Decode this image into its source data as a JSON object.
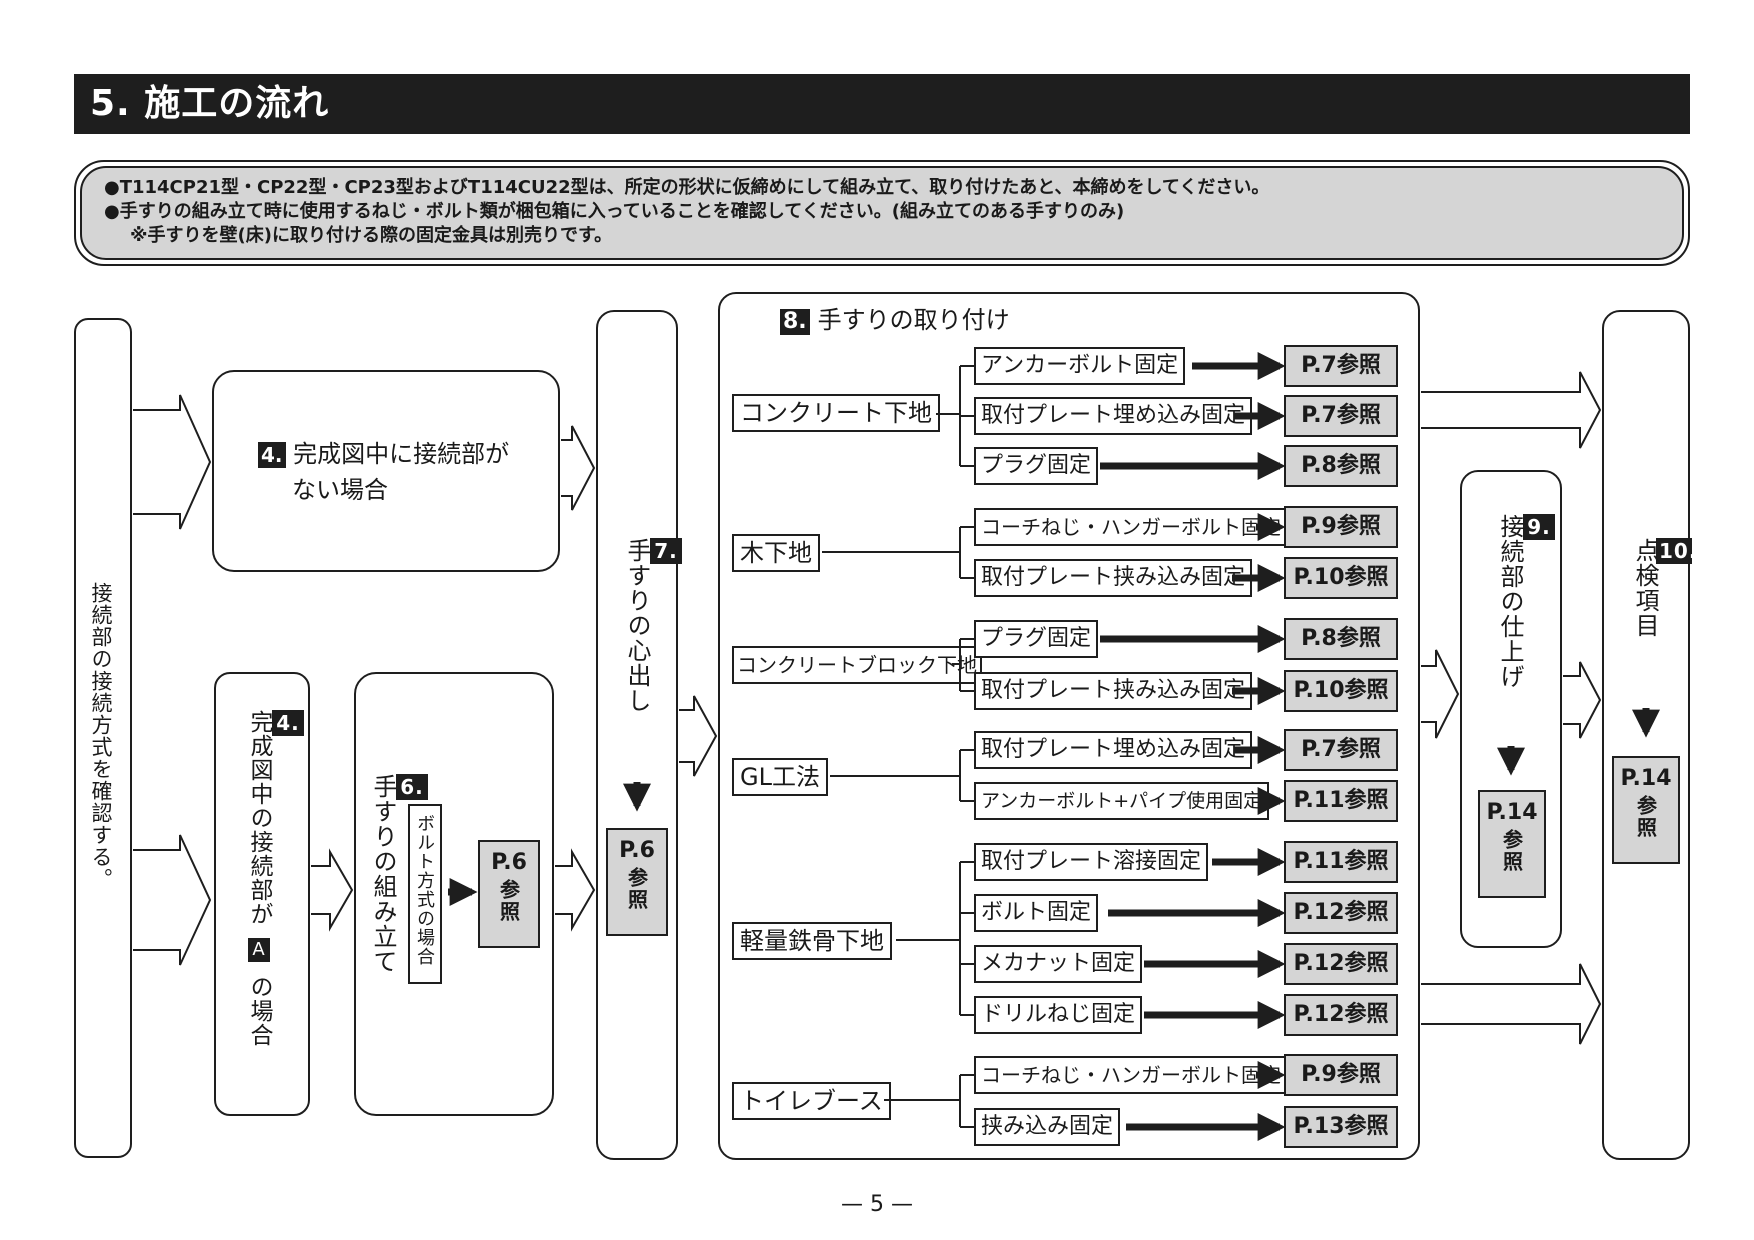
{
  "title": "5. 施工の流れ",
  "notes": [
    "●T114CP21型・CP22型・CP23型およびT114CU22型は、所定の形状に仮締めにして組み立て、取り付けたあと、本締めをしてください。",
    "●手すりの組み立て時に使用するねじ・ボルト類が梱包箱に入っていることを確認してください。(組み立てのある手すりのみ)",
    "※手すりを壁(床)に取り付ける際の固定金具は別売りです。"
  ],
  "step_check": "接続部の接続方式を確認する。",
  "step4_top": {
    "num": "4.",
    "line1": "完成図中に接続部が",
    "line2": "ない場合"
  },
  "step4_bottom": {
    "num": "4.",
    "before": "完成図中の接続部が",
    "mark": "A",
    "after": "の場合"
  },
  "step6": {
    "num": "6.",
    "label": "手すりの組み立て",
    "bolt": "ボルト方式の場合",
    "ref_page": "P.6",
    "ref_word": "参照"
  },
  "step7": {
    "num": "7.",
    "label": "手すりの心出し",
    "ref_page": "P.6",
    "ref_word": "参照"
  },
  "step8": {
    "num": "8.",
    "label": "手すりの取り付け",
    "groups": [
      {
        "base": "コンクリート下地",
        "methods": [
          {
            "name": "アンカーボルト固定",
            "ref": "P.7参照"
          },
          {
            "name": "取付プレート埋め込み固定",
            "ref": "P.7参照"
          },
          {
            "name": "プラグ固定",
            "ref": "P.8参照"
          }
        ]
      },
      {
        "base": "木下地",
        "methods": [
          {
            "name": "コーチねじ・ハンガーボルト固定",
            "ref": "P.9参照"
          },
          {
            "name": "取付プレート挟み込み固定",
            "ref": "P.10参照"
          }
        ]
      },
      {
        "base": "コンクリートブロック下地",
        "methods": [
          {
            "name": "プラグ固定",
            "ref": "P.8参照"
          },
          {
            "name": "取付プレート挟み込み固定",
            "ref": "P.10参照"
          }
        ]
      },
      {
        "base": "GL工法",
        "methods": [
          {
            "name": "取付プレート埋め込み固定",
            "ref": "P.7参照"
          },
          {
            "name": "アンカーボルト+パイプ使用固定",
            "ref": "P.11参照"
          }
        ]
      },
      {
        "base": "軽量鉄骨下地",
        "methods": [
          {
            "name": "取付プレート溶接固定",
            "ref": "P.11参照"
          },
          {
            "name": "ボルト固定",
            "ref": "P.12参照"
          },
          {
            "name": "メカナット固定",
            "ref": "P.12参照"
          },
          {
            "name": "ドリルねじ固定",
            "ref": "P.12参照"
          }
        ]
      },
      {
        "base": "トイレブース",
        "methods": [
          {
            "name": "コーチねじ・ハンガーボルト固定",
            "ref": "P.9参照"
          },
          {
            "name": "挟み込み固定",
            "ref": "P.13参照"
          }
        ]
      }
    ]
  },
  "step9": {
    "num": "9.",
    "label": "接続部の仕上げ",
    "ref_page": "P.14",
    "ref_word": "参照"
  },
  "step10": {
    "num": "10.",
    "label": "点検項目",
    "ref_page": "P.14",
    "ref_word": "参照"
  },
  "page_number": "— 5 —"
}
